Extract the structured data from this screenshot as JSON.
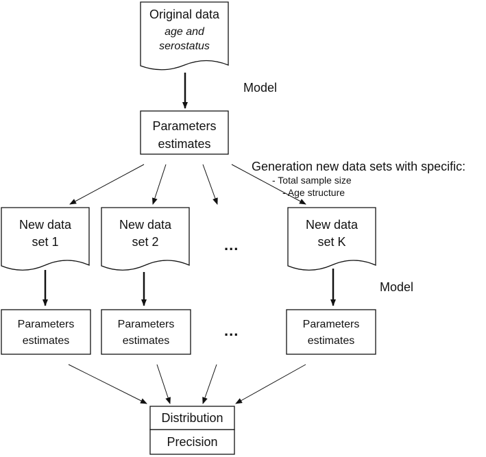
{
  "original": {
    "title": "Original data",
    "line1": "age and",
    "line2": "serostatus"
  },
  "model_label": "Model",
  "top_params": {
    "line1": "Parameters",
    "line2": "estimates"
  },
  "generation": {
    "heading": "Generation new data sets with specific:",
    "item1": "-  Total sample size",
    "item2": "-  Age structure"
  },
  "datasets": [
    {
      "line1": "New data",
      "line2": "set 1"
    },
    {
      "line1": "New data",
      "line2": "set 2"
    },
    {
      "line1": "New data",
      "line2": "set K"
    }
  ],
  "ellipsis": "...",
  "params": [
    {
      "line1": "Parameters",
      "line2": "estimates"
    },
    {
      "line1": "Parameters",
      "line2": "estimates"
    },
    {
      "line1": "Parameters",
      "line2": "estimates"
    }
  ],
  "distribution": "Distribution",
  "precision": "Precision"
}
